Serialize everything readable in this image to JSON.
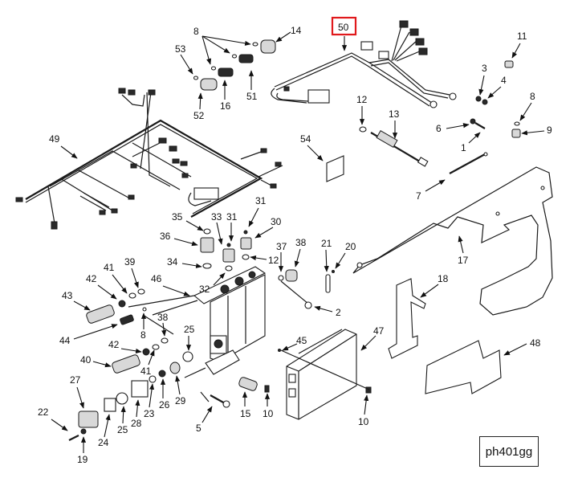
{
  "figure": {
    "id_label": "ph401gg",
    "highlighted_callout": "50",
    "highlight_color": "#e0191c"
  },
  "parts": [
    {
      "id": "c1",
      "label": "1"
    },
    {
      "id": "c2",
      "label": "2"
    },
    {
      "id": "c3",
      "label": "3"
    },
    {
      "id": "c4",
      "label": "4"
    },
    {
      "id": "c5",
      "label": "5"
    },
    {
      "id": "c6",
      "label": "6"
    },
    {
      "id": "c7",
      "label": "7"
    },
    {
      "id": "c8a",
      "label": "8"
    },
    {
      "id": "c8b",
      "label": "8"
    },
    {
      "id": "c8c",
      "label": "8"
    },
    {
      "id": "c9",
      "label": "9"
    },
    {
      "id": "c10a",
      "label": "10"
    },
    {
      "id": "c10b",
      "label": "10"
    },
    {
      "id": "c11",
      "label": "11"
    },
    {
      "id": "c12a",
      "label": "12"
    },
    {
      "id": "c12b",
      "label": "12"
    },
    {
      "id": "c13",
      "label": "13"
    },
    {
      "id": "c14",
      "label": "14"
    },
    {
      "id": "c15",
      "label": "15"
    },
    {
      "id": "c16",
      "label": "16"
    },
    {
      "id": "c17",
      "label": "17"
    },
    {
      "id": "c18",
      "label": "18"
    },
    {
      "id": "c19",
      "label": "19"
    },
    {
      "id": "c20",
      "label": "20"
    },
    {
      "id": "c21",
      "label": "21"
    },
    {
      "id": "c22",
      "label": "22"
    },
    {
      "id": "c23",
      "label": "23"
    },
    {
      "id": "c24",
      "label": "24"
    },
    {
      "id": "c25a",
      "label": "25"
    },
    {
      "id": "c25b",
      "label": "25"
    },
    {
      "id": "c26",
      "label": "26"
    },
    {
      "id": "c27",
      "label": "27"
    },
    {
      "id": "c28",
      "label": "28"
    },
    {
      "id": "c29",
      "label": "29"
    },
    {
      "id": "c30",
      "label": "30"
    },
    {
      "id": "c31a",
      "label": "31"
    },
    {
      "id": "c31b",
      "label": "31"
    },
    {
      "id": "c32",
      "label": "32"
    },
    {
      "id": "c33",
      "label": "33"
    },
    {
      "id": "c34",
      "label": "34"
    },
    {
      "id": "c35",
      "label": "35"
    },
    {
      "id": "c36",
      "label": "36"
    },
    {
      "id": "c37",
      "label": "37"
    },
    {
      "id": "c38a",
      "label": "38"
    },
    {
      "id": "c38b",
      "label": "38"
    },
    {
      "id": "c39",
      "label": "39"
    },
    {
      "id": "c40",
      "label": "40"
    },
    {
      "id": "c41a",
      "label": "41"
    },
    {
      "id": "c41b",
      "label": "41"
    },
    {
      "id": "c42a",
      "label": "42"
    },
    {
      "id": "c42b",
      "label": "42"
    },
    {
      "id": "c43",
      "label": "43"
    },
    {
      "id": "c44",
      "label": "44"
    },
    {
      "id": "c45",
      "label": "45"
    },
    {
      "id": "c46",
      "label": "46"
    },
    {
      "id": "c47",
      "label": "47"
    },
    {
      "id": "c48",
      "label": "48"
    },
    {
      "id": "c49",
      "label": "49"
    },
    {
      "id": "c50",
      "label": "50"
    },
    {
      "id": "c51",
      "label": "51"
    },
    {
      "id": "c52",
      "label": "52"
    },
    {
      "id": "c53",
      "label": "53"
    },
    {
      "id": "c54",
      "label": "54"
    }
  ]
}
